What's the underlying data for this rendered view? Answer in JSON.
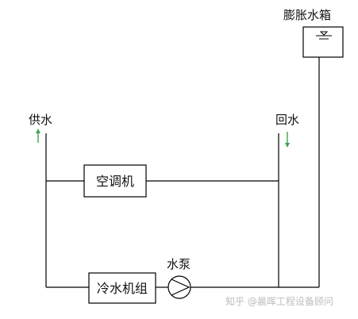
{
  "diagram": {
    "labels": {
      "tank": "膨胀水箱",
      "supply": "供水",
      "return": "回水",
      "ahu": "空调机",
      "pump": "水泵",
      "chiller": "冷水机组"
    },
    "watermark": "知乎 @晨晖工程设备顾问",
    "colors": {
      "line": "#000000",
      "arrow": "#3fa34d",
      "watermark": "#bdbdbd"
    },
    "icons": {
      "pump": "pump-icon",
      "flow_arrow": "flow-arrow-icon",
      "tank": "tank-icon"
    }
  }
}
